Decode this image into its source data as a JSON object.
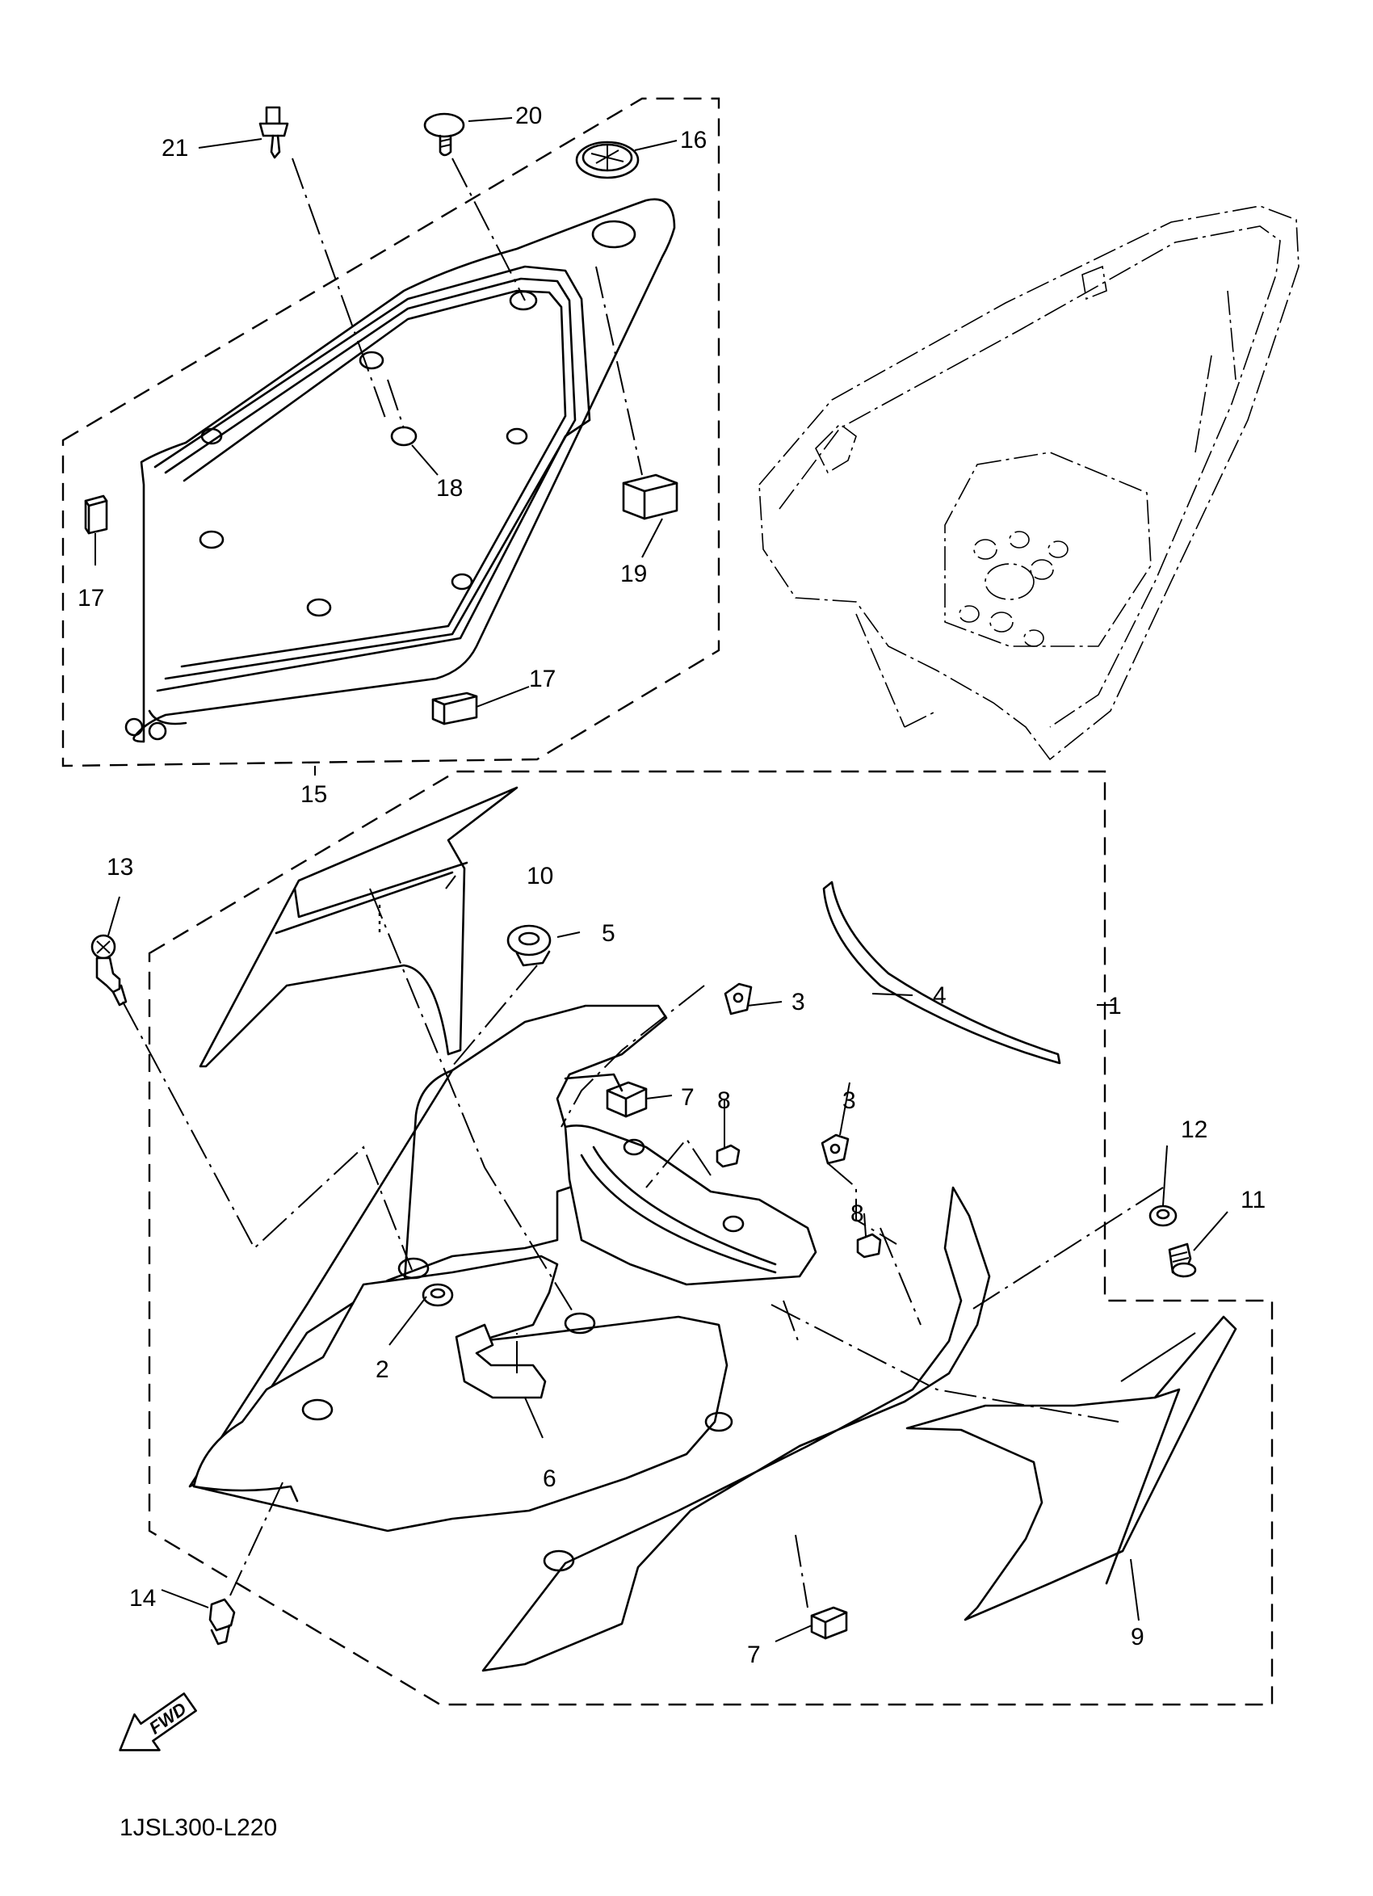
{
  "diagram_code": "1JSL300-L220",
  "direction_arrow": "FWD",
  "callouts": {
    "c1": "1",
    "c2": "2",
    "c3a": "3",
    "c3b": "3",
    "c4": "4",
    "c5": "5",
    "c6": "6",
    "c7a": "7",
    "c7b": "7",
    "c8a": "8",
    "c8b": "8",
    "c9": "9",
    "c10": "10",
    "c11": "11",
    "c12": "12",
    "c13": "13",
    "c14": "14",
    "c15": "15",
    "c16": "16",
    "c17a": "17",
    "c17b": "17",
    "c18": "18",
    "c19": "19",
    "c20": "20",
    "c21": "21"
  },
  "icons": [
    "yamaha-emblem-icon",
    "fwd-arrow-icon"
  ]
}
